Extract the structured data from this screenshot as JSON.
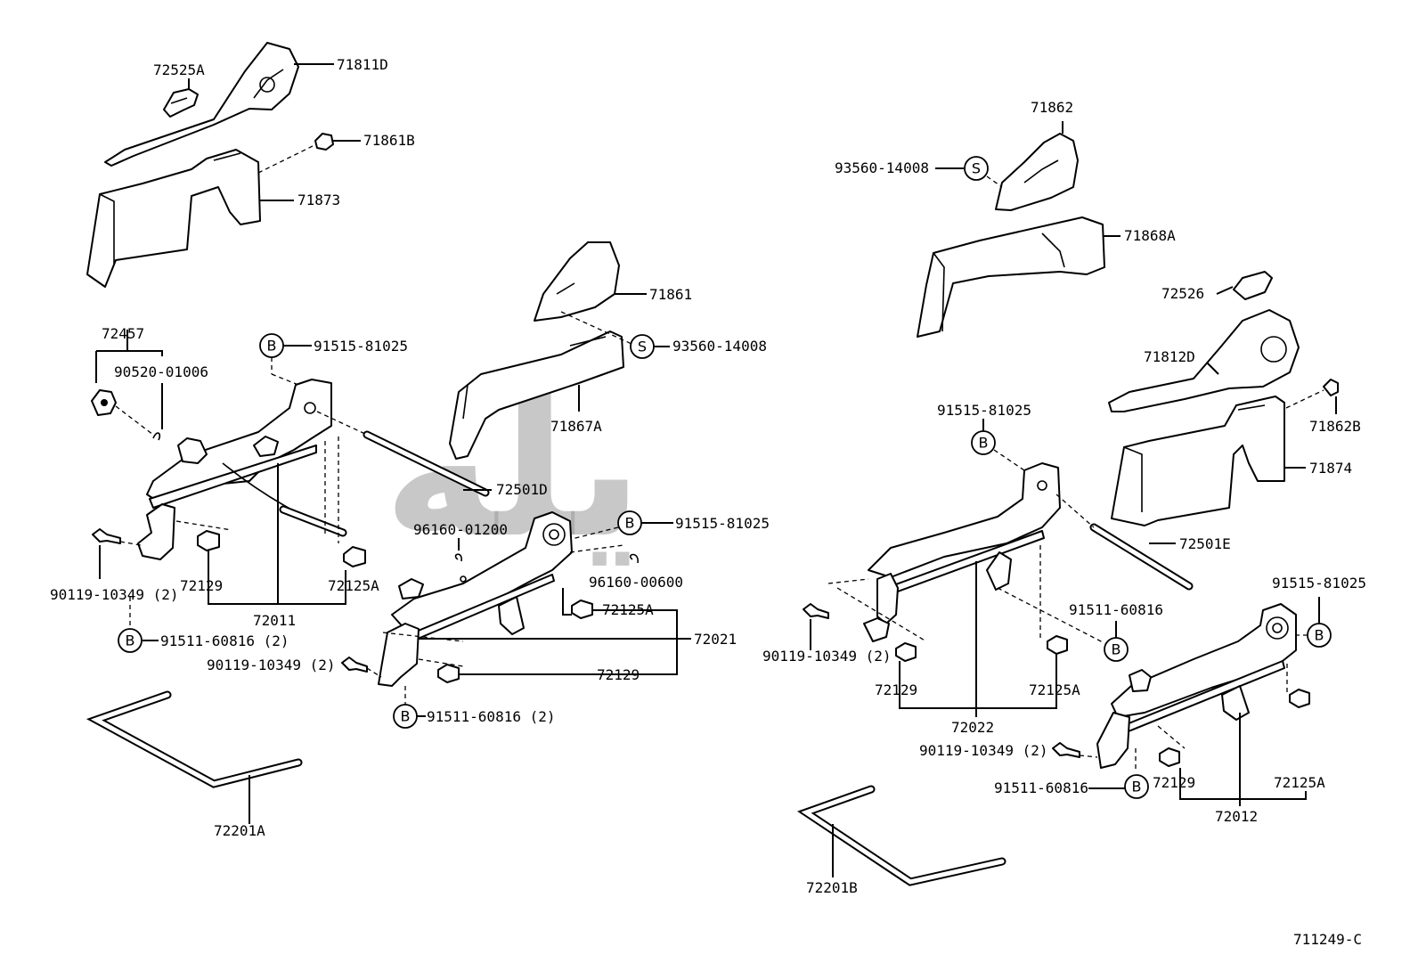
{
  "diagram_id": "711249-C",
  "watermark_text": "ﻳﻠﻪ",
  "callout_letters": {
    "b": "B",
    "s": "S"
  },
  "labels": {
    "p72525A": "72525A",
    "p71811D": "71811D",
    "p71861B": "71861B",
    "p71873": "71873",
    "p71862": "71862",
    "p93560_14008_right": "93560-14008",
    "p71868A": "71868A",
    "p71861": "71861",
    "p93560_14008_mid": "93560-14008",
    "p72526": "72526",
    "p71812D": "71812D",
    "p72457": "72457",
    "p90520_01006": "90520-01006",
    "p91515_81025_left": "91515-81025",
    "p71867A": "71867A",
    "p91515_81025_rightup": "91515-81025",
    "p71862B": "71862B",
    "p71874": "71874",
    "p72501D": "72501D",
    "p96160_01200": "96160-01200",
    "p91515_81025_mid": "91515-81025",
    "p72501E": "72501E",
    "p90119_10349_left": "90119-10349 (2)",
    "p72129_left": "72129",
    "p72125A_left": "72125A",
    "p96160_00600": "96160-00600",
    "p72125A_mid": "72125A",
    "p72011": "72011",
    "p91511_60816_left": "91511-60816 (2)",
    "p72021": "72021",
    "p90119_10349_mid": "90119-10349 (2)",
    "p72129_mid": "72129",
    "p91511_60816_mid": "91511-60816 (2)",
    "p91515_81025_far": "91515-81025",
    "p91511_60816_right": "91511-60816",
    "p90119_10349_right": "90119-10349 (2)",
    "p72129_right": "72129",
    "p72125A_right": "72125A",
    "p72022": "72022",
    "p90119_10349_far": "90119-10349 (2)",
    "p91511_60816_far": "91511-60816",
    "p72129_far": "72129",
    "p72125A_far": "72125A",
    "p72012": "72012",
    "p72201A": "72201A",
    "p72201B": "72201B"
  }
}
